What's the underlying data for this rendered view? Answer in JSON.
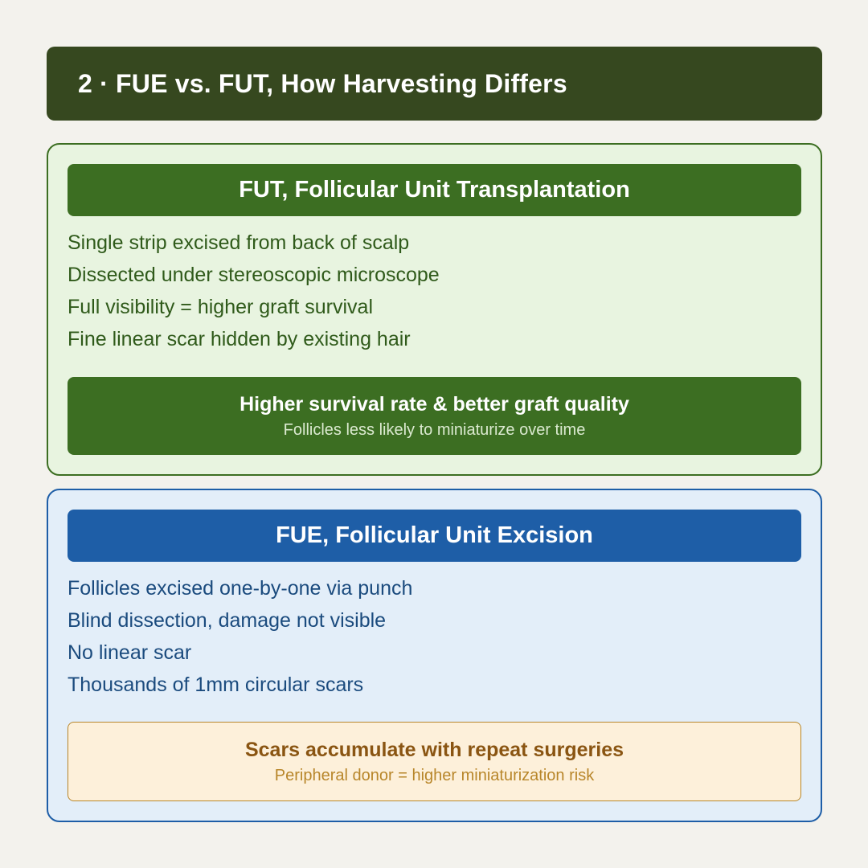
{
  "title": "2 · FUE vs. FUT, How Harvesting Differs",
  "colors": {
    "background": "#f3f2ed",
    "title_bar": "#36481f",
    "fut_accent": "#3c6e22",
    "fut_panel_bg": "#e8f4e0",
    "fue_accent": "#1e5ea7",
    "fue_panel_bg": "#e3eef9",
    "warning_bg": "#fdf0da",
    "warning_text": "#8a5512"
  },
  "fut": {
    "header": "FUT, Follicular Unit Transplantation",
    "points": [
      "Single strip excised from back of scalp",
      "Dissected under stereoscopic microscope",
      "Full visibility = higher graft survival",
      "Fine linear scar hidden by existing hair"
    ],
    "callout": {
      "title": "Higher survival rate & better graft quality",
      "subtitle": "Follicles less likely to miniaturize over time"
    }
  },
  "fue": {
    "header": "FUE, Follicular Unit Excision",
    "points": [
      "Follicles excised one-by-one via punch",
      "Blind dissection, damage not visible",
      "No linear scar",
      "Thousands of 1mm circular scars"
    ],
    "callout": {
      "title": "Scars accumulate with repeat surgeries",
      "subtitle": "Peripheral donor = higher miniaturization risk"
    }
  }
}
